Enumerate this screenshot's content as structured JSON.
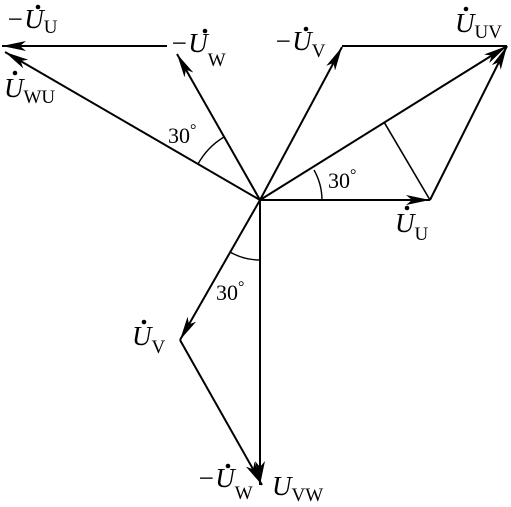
{
  "labels": {
    "u": "U",
    "minus": "−",
    "deg": "°",
    "sub_u": "U",
    "sub_v": "V",
    "sub_w": "W",
    "sub_uv": "UV",
    "sub_vw": "VW",
    "sub_wu": "WU"
  },
  "angles": {
    "right": "30",
    "top": "30",
    "bottom": "30"
  }
}
